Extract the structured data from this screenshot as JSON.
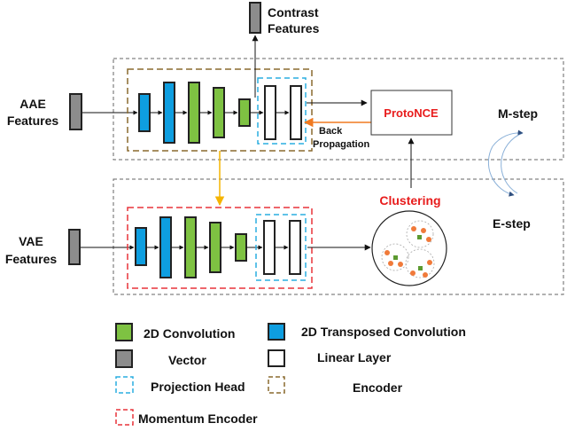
{
  "labels": {
    "contrast_line1": "Contrast",
    "contrast_line2": "Features",
    "aae_line1": "AAE",
    "aae_line2": "Features",
    "vae_line1": "VAE",
    "vae_line2": "Features",
    "protonce": "ProtoNCE",
    "backprop_line1": "Back",
    "backprop_line2": "Propagation",
    "clustering": "Clustering",
    "m_step": "M-step",
    "e_step": "E-step"
  },
  "legend": {
    "conv2d": "2D Convolution",
    "transposed_conv": "2D Transposed Convolution",
    "vector": "Vector",
    "linear_layer": "Linear Layer",
    "projection_head": "Projection Head",
    "encoder": "Encoder",
    "momentum_encoder": "Momentum Encoder"
  },
  "colors": {
    "conv_green": "#7ec242",
    "transposed_blue": "#0e9ee0",
    "vector_gray": "#8c8c8c",
    "projection_cyan": "#2aaee0",
    "encoder_brown": "#8a6a2e",
    "momentum_red": "#e8333a",
    "ema_arrow_orange": "#f5b400",
    "backprop_orange": "#f07a20",
    "accent_red": "#e81c1c",
    "cluster_dot_orange": "#f07a3a",
    "cluster_dot_green": "#5c9a30"
  }
}
